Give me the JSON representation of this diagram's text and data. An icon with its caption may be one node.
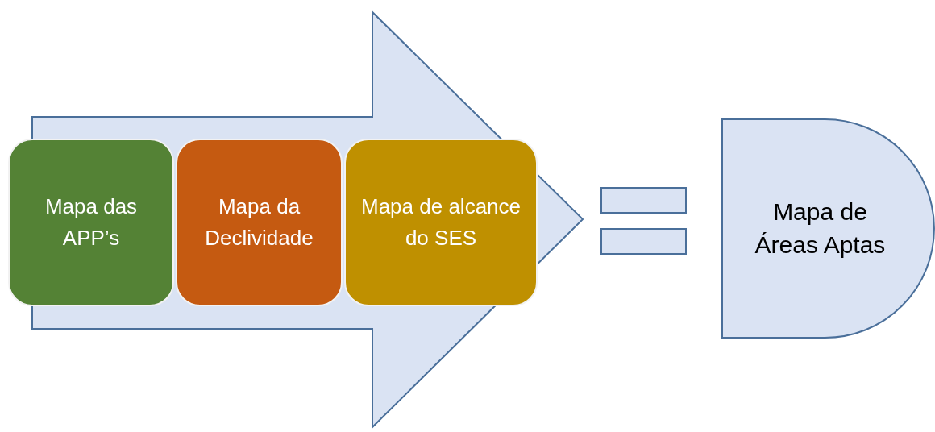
{
  "diagram": {
    "nodes": [
      {
        "text": [],
        "shape": "arrow"
      },
      {
        "text": [
          "Mapa das APP’s"
        ],
        "in": 0
      },
      {
        "text": [
          "Mapa da Declividade"
        ],
        "in": 0
      },
      {
        "text": [
          "Mapa de alcance do SES"
        ],
        "in": 0
      },
      {
        "text": [],
        "shape": "bar"
      },
      {
        "text": [],
        "shape": "bar"
      },
      {
        "text": [
          "Mapa de Áreas Aptas"
        ]
      }
    ],
    "edges": []
  }
}
